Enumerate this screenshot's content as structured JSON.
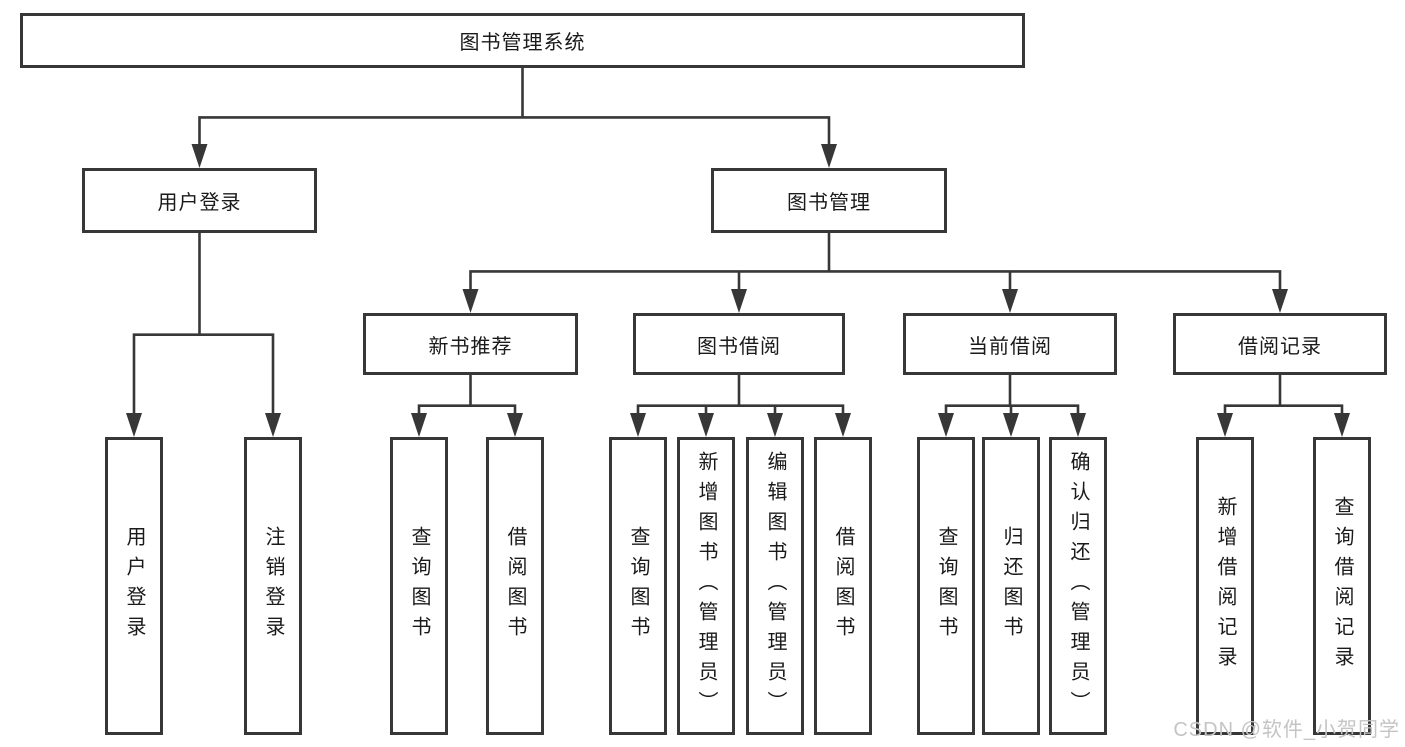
{
  "root_label": "图书管理系统",
  "branches": [
    {
      "label": "用户登录",
      "children": [
        "用户登录",
        "注销登录"
      ]
    },
    {
      "label": "图书管理"
    }
  ],
  "modules": [
    {
      "label": "新书推荐",
      "children": [
        "查询图书",
        "借阅图书"
      ]
    },
    {
      "label": "图书借阅",
      "children": [
        "查询图书",
        "新增图书（管理员）",
        "编辑图书（管理员）",
        "借阅图书"
      ]
    },
    {
      "label": "当前借阅",
      "children": [
        "查询图书",
        "归还图书",
        "确认归还（管理员）"
      ]
    },
    {
      "label": "借阅记录",
      "children": [
        "新增借阅记录",
        "查询借阅记录"
      ]
    }
  ],
  "watermark": "CSDN @软件_小贺同学",
  "colors": {
    "line": "#373737",
    "text": "#1a1a1a",
    "watermark": "#c4c4c4"
  }
}
